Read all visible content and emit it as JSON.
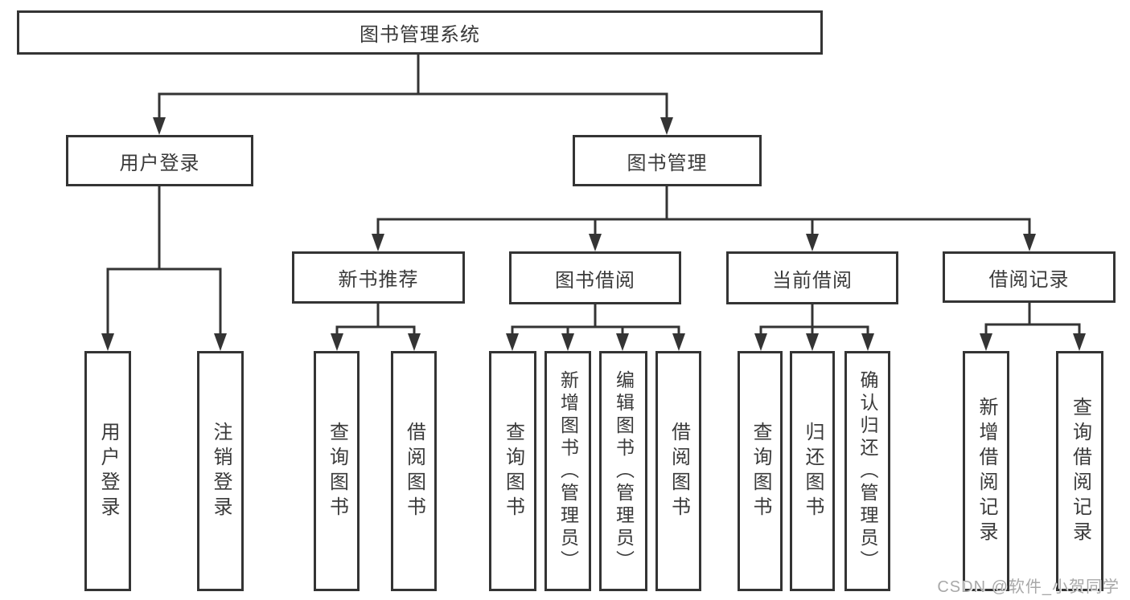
{
  "colors": {
    "line": "#343434",
    "box_border": "#343434",
    "box_fill": "#ffffff",
    "text": "#3a3a3a",
    "background": "#ffffff",
    "watermark_text": "#a8a8a8"
  },
  "diagram": {
    "type": "hierarchy-tree",
    "root": {
      "id": "library-management-system",
      "label": "图书管理系统"
    },
    "level2": [
      {
        "id": "user-login",
        "label": "用户登录",
        "parent": "library-management-system"
      },
      {
        "id": "book-management",
        "label": "图书管理",
        "parent": "library-management-system"
      }
    ],
    "level3": [
      {
        "id": "new-book-recommend",
        "label": "新书推荐",
        "parent": "book-management"
      },
      {
        "id": "book-borrow",
        "label": "图书借阅",
        "parent": "book-management"
      },
      {
        "id": "current-borrow",
        "label": "当前借阅",
        "parent": "book-management"
      },
      {
        "id": "borrow-record",
        "label": "借阅记录",
        "parent": "book-management"
      }
    ],
    "leaves": [
      {
        "id": "user-login-action",
        "label": "用户登录",
        "parent": "user-login"
      },
      {
        "id": "logout-action",
        "label": "注销登录",
        "parent": "user-login"
      },
      {
        "id": "query-books-recommend",
        "label": "查询图书",
        "parent": "new-book-recommend"
      },
      {
        "id": "borrow-books-recommend",
        "label": "借阅图书",
        "parent": "new-book-recommend"
      },
      {
        "id": "query-books-borrow",
        "label": "查询图书",
        "parent": "book-borrow"
      },
      {
        "id": "add-books-admin",
        "label": "新增图书（管理员）",
        "parent": "book-borrow"
      },
      {
        "id": "edit-books-admin",
        "label": "编辑图书（管理员）",
        "parent": "book-borrow"
      },
      {
        "id": "borrow-books",
        "label": "借阅图书",
        "parent": "book-borrow"
      },
      {
        "id": "query-books-current",
        "label": "查询图书",
        "parent": "current-borrow"
      },
      {
        "id": "return-books",
        "label": "归还图书",
        "parent": "current-borrow"
      },
      {
        "id": "confirm-return-admin",
        "label": "确认归还（管理员）",
        "parent": "current-borrow"
      },
      {
        "id": "add-borrow-record",
        "label": "新增借阅记录",
        "parent": "borrow-record"
      },
      {
        "id": "query-borrow-record",
        "label": "查询借阅记录",
        "parent": "borrow-record"
      }
    ]
  },
  "watermark": {
    "text": "CSDN @软件_小贺同学"
  }
}
